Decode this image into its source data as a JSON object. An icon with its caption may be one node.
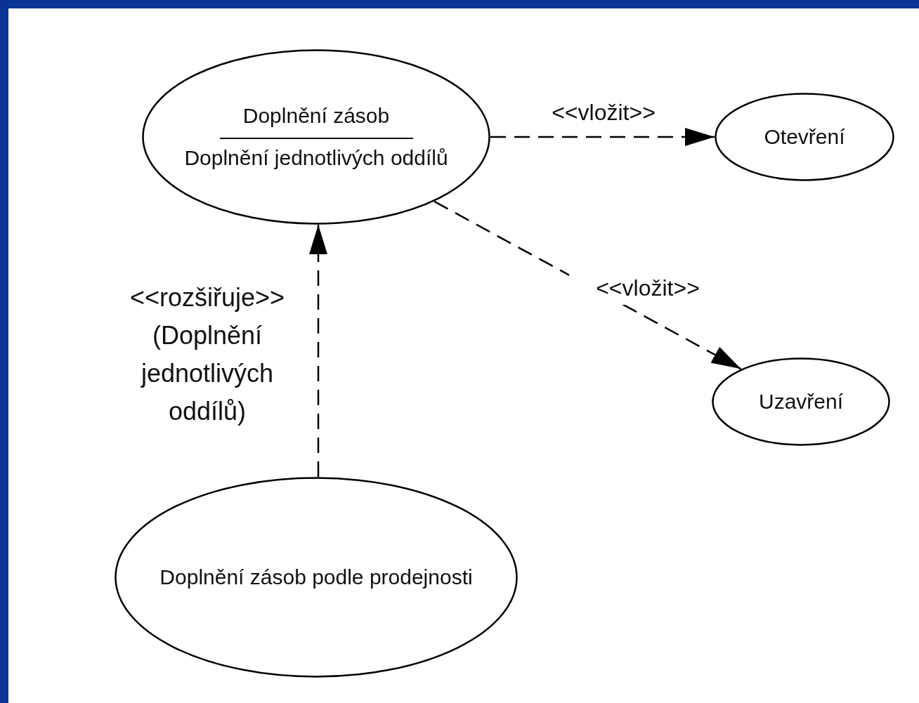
{
  "diagram": {
    "nodes": [
      {
        "text": [
          "Doplnění zásob",
          "Doplnění jednotlivých oddílů"
        ]
      },
      {
        "text": [
          "Otevření"
        ]
      },
      {
        "text": [
          "Uzavření"
        ]
      },
      {
        "text": [
          "Doplnění zásob podle prodejnosti"
        ]
      }
    ],
    "edges": [
      {
        "from": 0,
        "to": 1,
        "arrow": "to",
        "style": "dashed",
        "label": "<<vložit>>"
      },
      {
        "from": 0,
        "to": 2,
        "arrow": "to",
        "style": "dashed",
        "label": "<<vložit>>"
      },
      {
        "from": 3,
        "to": 0,
        "arrow": "to",
        "style": "dashed",
        "label": "<<rozšiřuje>> (Doplnění jednotlivých oddílů)"
      }
    ]
  }
}
